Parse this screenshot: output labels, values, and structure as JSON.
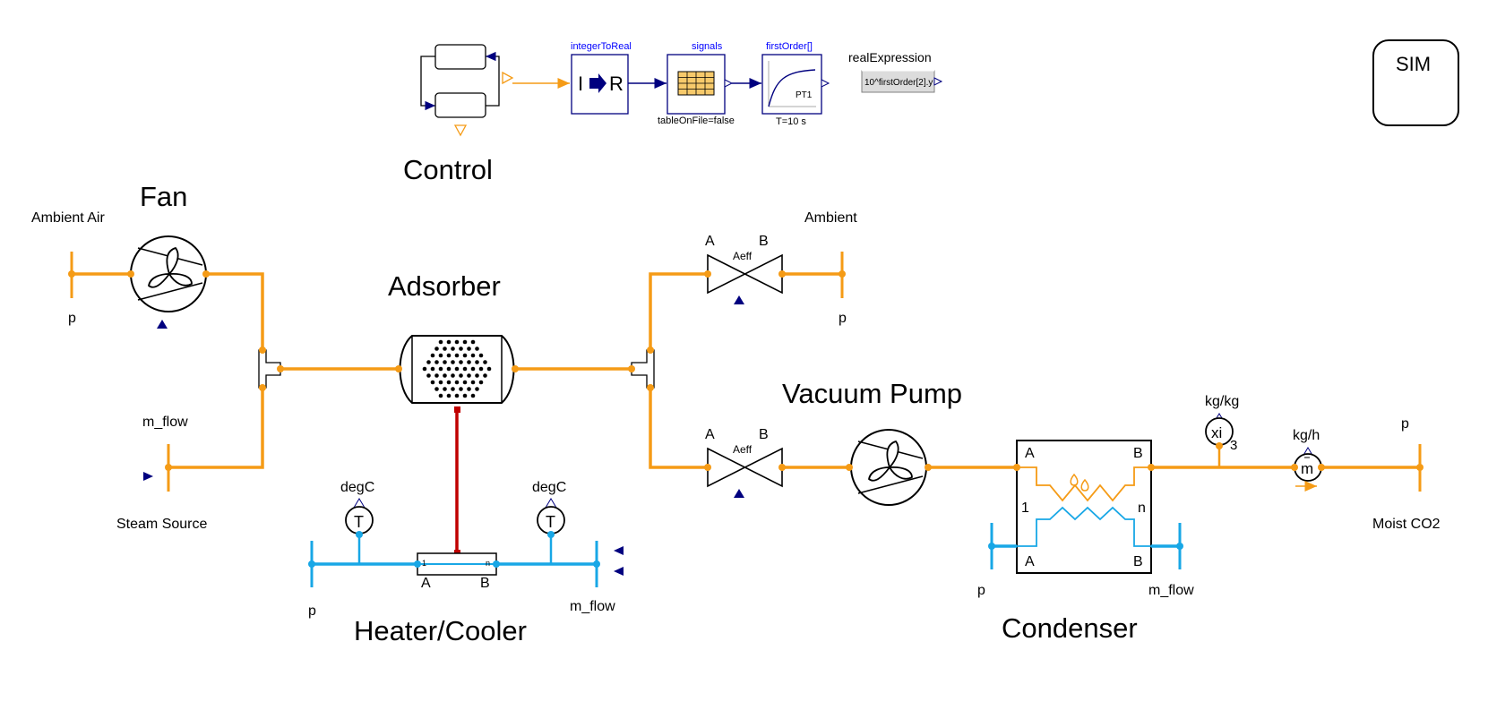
{
  "labels": {
    "control": "Control",
    "fan": "Fan",
    "adsorber": "Adsorber",
    "vacuum_pump": "Vacuum Pump",
    "heater_cooler": "Heater/Cooler",
    "condenser": "Condenser",
    "sim": "SIM",
    "ambient_air": "Ambient Air",
    "ambient": "Ambient",
    "steam_source": "Steam Source",
    "moist_co2": "Moist CO2"
  },
  "ports": {
    "fan_p": "p",
    "steam_m_flow": "m_flow",
    "ambient_p": "p",
    "heater_p": "p",
    "heater_m_flow": "m_flow",
    "condenser_p": "p",
    "condenser_m_flow": "m_flow",
    "moist_p": "p",
    "valve1_A": "A",
    "valve1_B": "B",
    "valve1_aeff": "Aeff",
    "valve2_A": "A",
    "valve2_B": "B",
    "valve2_aeff": "Aeff",
    "heater_A": "A",
    "heater_B": "B",
    "heater_1": "1",
    "heater_n": "n",
    "cond_A_top": "A",
    "cond_B_top": "B",
    "cond_A_bot": "A",
    "cond_B_bot": "B",
    "cond_1": "1",
    "cond_n": "n"
  },
  "sensors": {
    "temp1_unit": "degC",
    "temp1_symbol": "T",
    "temp2_unit": "degC",
    "temp2_symbol": "T",
    "xi_unit": "kg/kg",
    "xi_symbol": "xi",
    "xi_index": "3",
    "mflow_unit": "kg/h",
    "mflow_symbol": "m"
  },
  "control_blocks": {
    "integer_to_real_title": "integerToReal",
    "integer_to_real_in": "I",
    "integer_to_real_out": "R",
    "signals_title": "signals",
    "signals_param": "tableOnFile=false",
    "first_order_title": "firstOrder[]",
    "first_order_inner": "PT1",
    "first_order_param": "T=10 s",
    "real_expression_title": "realExpression",
    "real_expression_value": "10^firstOrder[2].y"
  },
  "colors": {
    "fluid_line": "#f59b16",
    "water_line": "#18a7e6",
    "heat_line": "#c00000",
    "signal_line": "#00007f",
    "block_title": "#0000ff"
  }
}
